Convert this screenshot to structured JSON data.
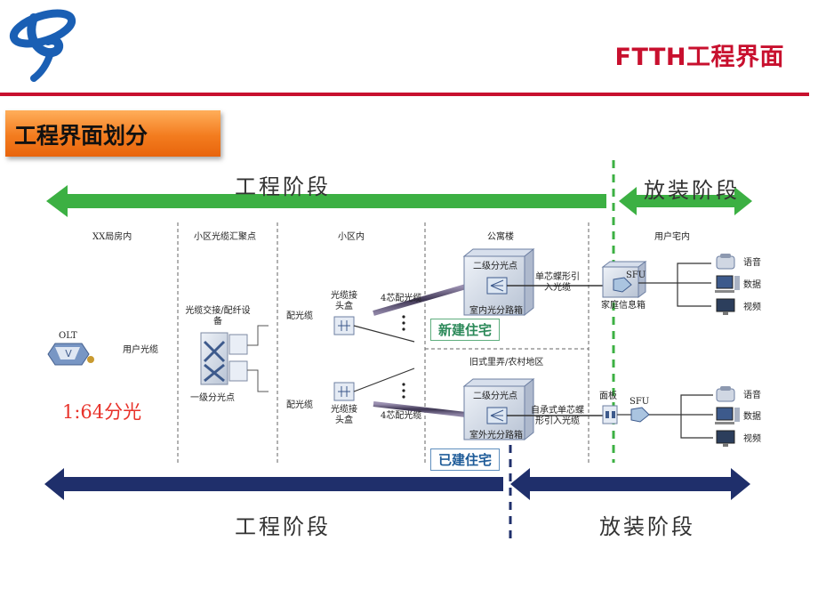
{
  "header": {
    "title": "FTTH工程界面"
  },
  "section": {
    "title": "工程界面划分"
  },
  "stages": {
    "top_engineering": "工程阶段",
    "top_installation": "放装阶段",
    "bottom_engineering": "工程阶段",
    "bottom_installation": "放装阶段"
  },
  "zones": {
    "central_office": "XX局房内",
    "aggregation": "小区光缆汇聚点",
    "community": "小区内",
    "apartment": "公寓楼",
    "user_home": "用户宅内",
    "old_area": "旧式里弄/农村地区"
  },
  "labels": {
    "olt": "OLT",
    "user_cable": "用户光缆",
    "cross_connect": "光缆交接/配纤设备",
    "primary_splitter": "一级分光点",
    "dist_cable_top": "配光缆",
    "dist_cable_bottom": "配光缆",
    "joint_box_top": "光缆接头盒",
    "joint_box_bottom": "光缆接头盒",
    "cable4_top": "4芯配光缆",
    "cable4_bottom": "4芯配光缆",
    "secondary_splitter_top": "二级分光点",
    "secondary_splitter_bottom": "二级分光点",
    "indoor_box": "室内光分路箱",
    "outdoor_box": "室外光分路箱",
    "drop_top": "单芯蝶形引入光缆",
    "drop_bottom": "自承式单芯蝶形引入光缆",
    "sfu_top": "SFU",
    "sfu_bottom": "SFU",
    "home_box": "家庭信息箱",
    "panel": "面板",
    "voice_top": "语音",
    "data_top": "数据",
    "video_top": "视频",
    "voice_bottom": "语音",
    "data_bottom": "数据",
    "video_bottom": "视频",
    "new_building": "新建住宅",
    "old_building": "已建住宅",
    "split_ratio": "1:64分光"
  },
  "colors": {
    "brand_red": "#c8102e",
    "banner_orange": "#f37c1f",
    "top_arrow_green": "#3cb043",
    "bottom_arrow_navy": "#1f2f6b",
    "ratio_red": "#e8322a"
  },
  "icons": [
    "china-telecom-logo",
    "olt-icon",
    "cross-connect-icon",
    "joint-box-icon",
    "splitter-icon",
    "sfu-icon",
    "phone-icon",
    "computer-icon",
    "monitor-icon",
    "panel-icon"
  ]
}
